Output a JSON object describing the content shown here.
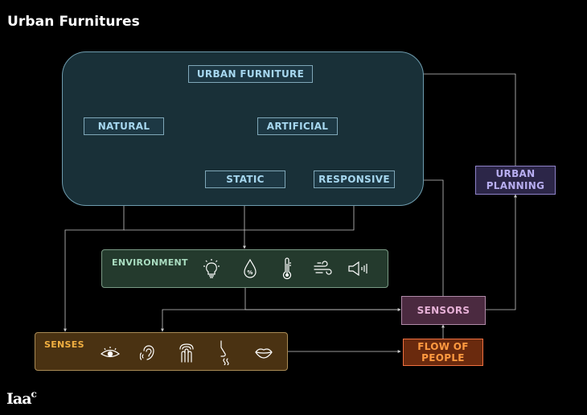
{
  "title": "Urban Furnitures",
  "nodes": {
    "urban_furniture": "URBAN FURNITURE",
    "natural": "NATURAL",
    "artificial": "ARTIFICIAL",
    "static": "STATIC",
    "responsive": "RESPONSIVE",
    "environment": "ENVIRONMENT",
    "senses": "SENSES",
    "sensors": "SENSORS",
    "flow_of_people": "FLOW OF PEOPLE",
    "urban_planning": "URBAN PLANNING"
  },
  "environment_icons": [
    "light-bulb-icon",
    "humidity-drop-icon",
    "thermometer-icon",
    "wind-icon",
    "speaker-icon"
  ],
  "senses_icons": [
    "eye-icon",
    "ear-icon",
    "hand-touch-icon",
    "nose-icon",
    "lips-icon"
  ],
  "logo": {
    "main": "Iaa",
    "sup": "c"
  },
  "colors": {
    "background": "#000000",
    "connector": "#c8c8c8",
    "group_fill": "#193038",
    "environment": "#243a2d",
    "senses": "#4a3212",
    "sensors": "#4b2a40",
    "flow": "#6a2a0e",
    "planning": "#2c2648"
  }
}
